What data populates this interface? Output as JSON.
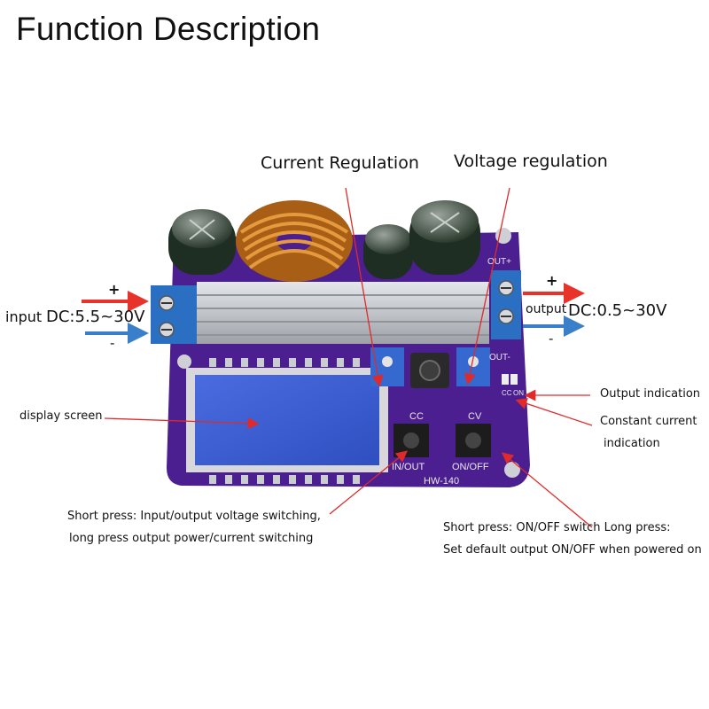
{
  "title": "Function Description",
  "labels": {
    "current_regulation": "Current Regulation",
    "voltage_regulation": "Voltage regulation",
    "input": "input",
    "input_range": "DC:5.5~30V",
    "output": "output",
    "output_range": "DC:0.5~30V",
    "plus": "+",
    "minus": "-",
    "display_screen": "display screen",
    "output_indication": "Output indication",
    "constant_current_1": "Constant current",
    "constant_current_2": "indication",
    "left_note_1": "Short press: Input/output voltage switching,",
    "left_note_2": "long press output power/current switching",
    "right_note_1": "Short press: ON/OFF switch Long press:",
    "right_note_2": "Set default output ON/OFF when powered on"
  },
  "board_silkscreen": {
    "model": "HW-140",
    "btn_left_top": "CC",
    "btn_right_top": "CV",
    "btn_left_bottom": "IN/OUT",
    "btn_right_bottom": "ON/OFF",
    "terminal_top": "OUT+",
    "terminal_bottom": "OUT-",
    "led_cc": "CC",
    "led_on": "ON"
  },
  "colors": {
    "pcb": "#4b1f8f",
    "arrow_red": "#e8332a",
    "arrow_blue": "#3a7fc9",
    "terminal": "#2b6fc2",
    "lcd": "#3b5fd6",
    "heatsink": "#c9ccd1",
    "coil": "#c8741d",
    "annotation_line": "#e02a2a"
  }
}
